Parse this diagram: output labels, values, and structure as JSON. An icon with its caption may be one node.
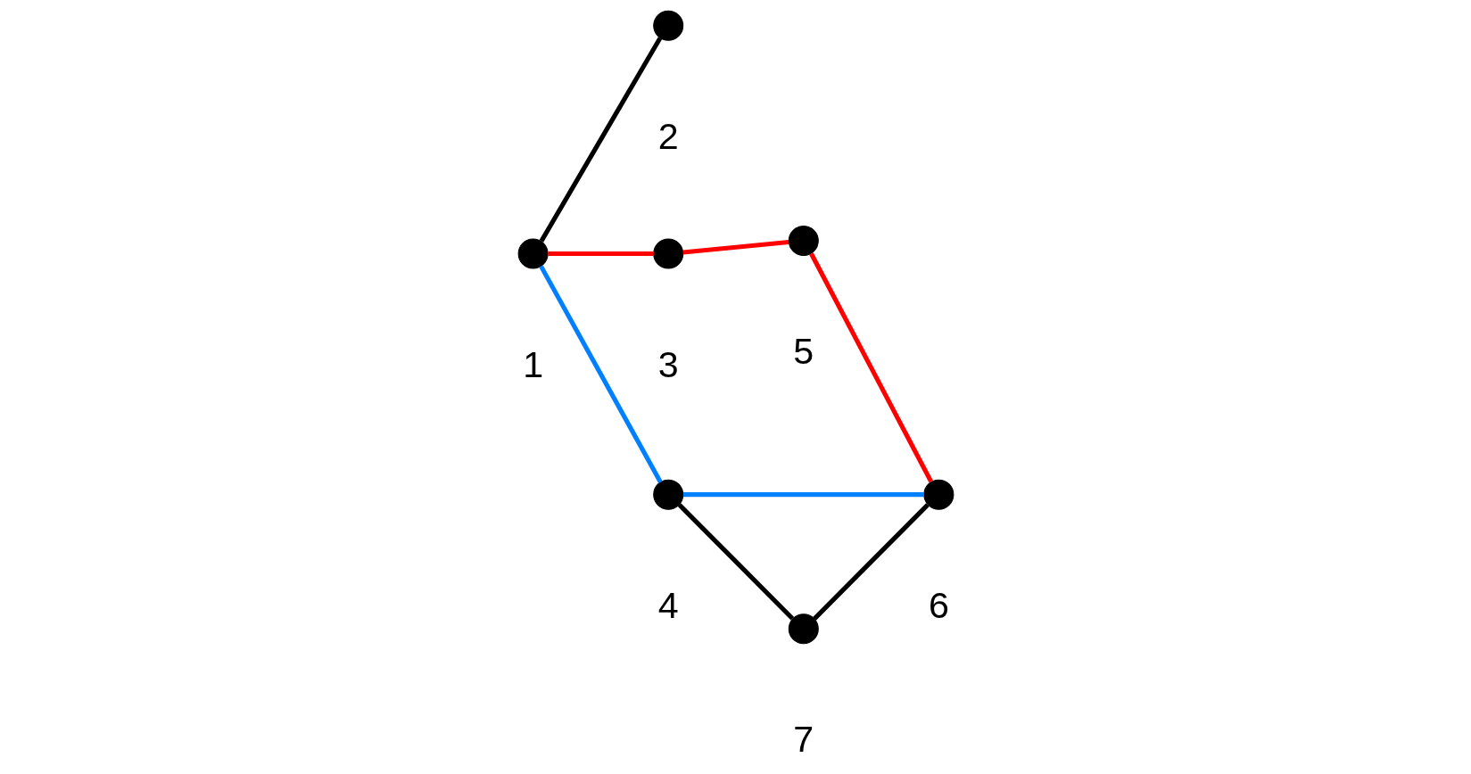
{
  "diagram": {
    "nodes": [
      {
        "text": [],
        "shape": "circle",
        "beside": [
          "1"
        ]
      },
      {
        "text": [],
        "shape": "circle",
        "beside": [
          "2"
        ]
      },
      {
        "text": [],
        "shape": "circle",
        "beside": [
          "3"
        ]
      },
      {
        "text": [],
        "shape": "circle",
        "beside": [
          "4"
        ]
      },
      {
        "text": [],
        "shape": "circle",
        "beside": [
          "5"
        ]
      },
      {
        "text": [],
        "shape": "circle",
        "beside": [
          "6"
        ]
      },
      {
        "text": [],
        "shape": "circle",
        "beside": [
          "7"
        ]
      }
    ],
    "edges": [
      {
        "from": 0,
        "to": 2,
        "arrow": "none",
        "color": "#ff0000"
      },
      {
        "from": 2,
        "to": 4,
        "arrow": "none",
        "color": "#ff0000"
      },
      {
        "from": 4,
        "to": 5,
        "arrow": "none",
        "color": "#ff0000"
      },
      {
        "from": 0,
        "to": 3,
        "arrow": "none",
        "color": "#0080ff"
      },
      {
        "from": 3,
        "to": 5,
        "arrow": "none",
        "color": "#0080ff"
      },
      {
        "from": 0,
        "to": 1,
        "arrow": "none",
        "color": "#000000"
      },
      {
        "from": 3,
        "to": 6,
        "arrow": "none",
        "color": "#000000"
      },
      {
        "from": 6,
        "to": 5,
        "arrow": "none",
        "color": "#000000"
      }
    ]
  }
}
